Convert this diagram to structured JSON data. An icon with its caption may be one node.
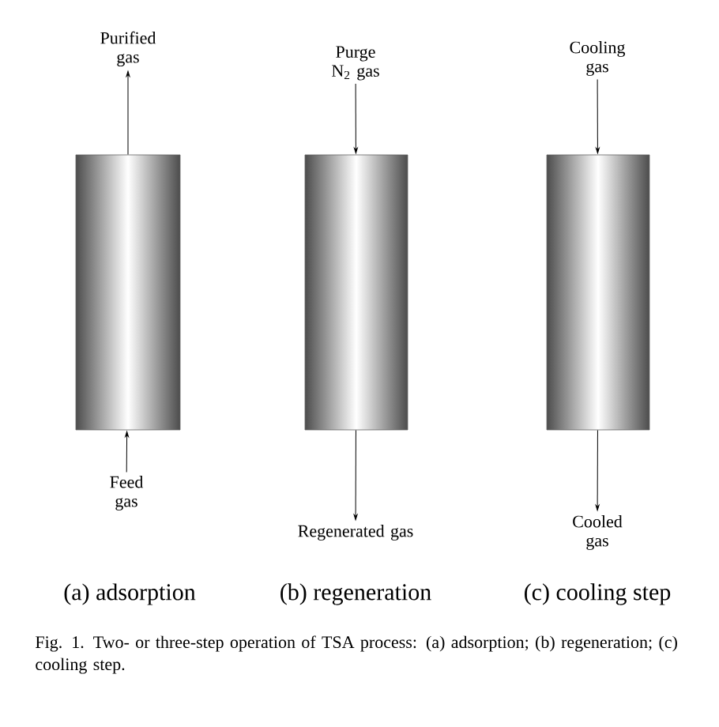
{
  "diagram": {
    "caption": "Fig. 1. Two- or three-step operation of TSA process: (a) adsorption; (b) regeneration; (c) cooling step.",
    "nodes": [
      {
        "text": [
          "Purified gas"
        ]
      },
      {
        "text": [],
        "shape": "cylinder"
      },
      {
        "text": [
          "Feed gas"
        ]
      },
      {
        "text": [
          "Purge N$_{2}$ gas"
        ]
      },
      {
        "text": [],
        "shape": "cylinder"
      },
      {
        "text": [
          "Regenerated gas"
        ]
      },
      {
        "text": [
          "Cooling gas"
        ]
      },
      {
        "text": [],
        "shape": "cylinder"
      },
      {
        "text": [
          "Cooled gas"
        ]
      }
    ],
    "edges": [
      {
        "from": 1,
        "to": 0,
        "arrow": "to"
      },
      {
        "from": 2,
        "to": 1,
        "arrow": "to"
      },
      {
        "from": 3,
        "to": 4,
        "arrow": "to"
      },
      {
        "from": 4,
        "to": 5,
        "arrow": "to"
      },
      {
        "from": 6,
        "to": 7,
        "arrow": "to"
      },
      {
        "from": 7,
        "to": 8,
        "arrow": "to"
      }
    ],
    "labels": [
      "(a) adsorption",
      "(b) regeneration",
      "(c) cooling step"
    ]
  }
}
